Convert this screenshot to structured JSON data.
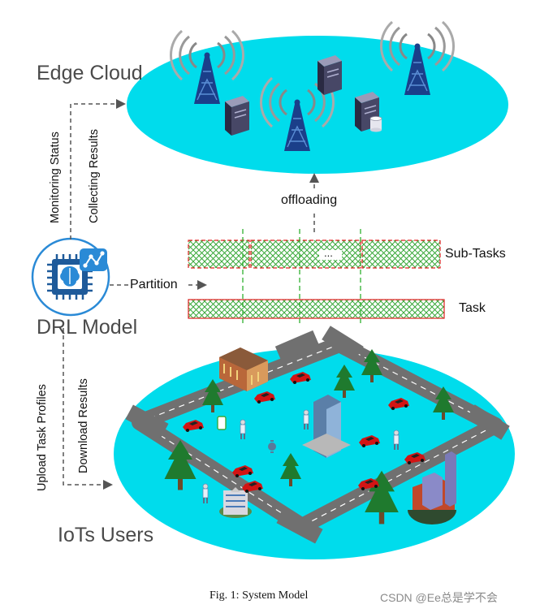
{
  "labels": {
    "edge_cloud": "Edge Cloud",
    "drl_model": "DRL Model",
    "iot_users": "IoTs Users",
    "monitoring_status": "Monitoring Status",
    "collecting_results": "Collecting Results",
    "upload_task_profiles": "Upload Task Profiles",
    "download_results": "Download Results",
    "partition": "Partition",
    "offloading": "offloading",
    "sub_tasks": "Sub-Tasks",
    "task": "Task",
    "ellipsis": "..."
  },
  "caption": "Fig. 1: System Model",
  "watermark": "CSDN @Ee总是学不会",
  "colors": {
    "cloud_fill": "#00dcec",
    "task_border": "#e02020",
    "task_pattern": "#3aa83a",
    "divider": "#2fb02f",
    "icon_blue": "#1e5a9a",
    "arrow": "#555555"
  },
  "icons": [
    "radio-tower-icon",
    "server-icon",
    "brain-chip-icon",
    "network-icon",
    "building-icon",
    "car-icon",
    "tree-icon",
    "person-icon",
    "phone-icon",
    "watch-icon"
  ]
}
